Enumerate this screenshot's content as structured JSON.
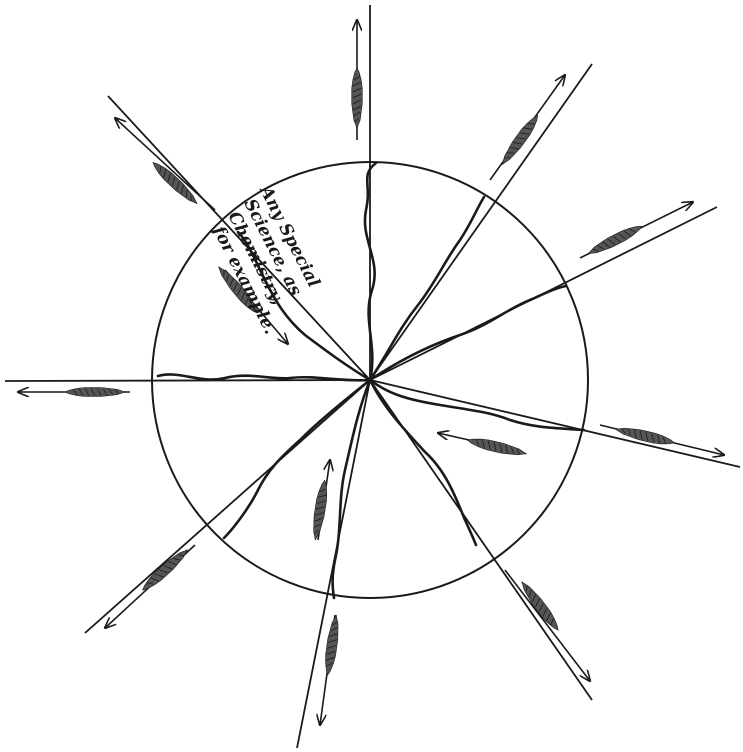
{
  "label": {
    "lines": [
      "Any Special",
      "Science, as",
      "Chemistry,",
      "for example."
    ]
  },
  "colors": {
    "ink": "#1a1a1a",
    "background": "#ffffff"
  },
  "icons": [
    "arrow-icon",
    "feather-icon"
  ]
}
